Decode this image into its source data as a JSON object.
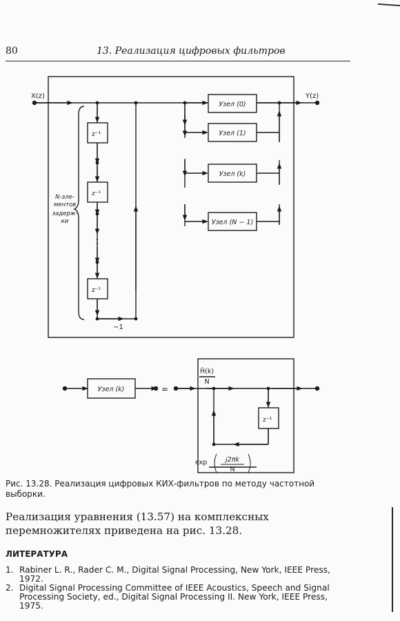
{
  "header": {
    "page_number": "80",
    "running_head": "13. Реализация цифровых фильтров"
  },
  "figure": {
    "input_label": "X(z)",
    "output_label": "Y(z)",
    "delay_label": "z⁻¹",
    "node_labels": [
      "Узел (0)",
      "Узел (1)",
      "Узел (k)",
      "Узел (N − 1)"
    ],
    "brace_label": [
      "N-эле-",
      "ментов",
      "задерж-",
      "ки"
    ],
    "feedback_gain": "−1",
    "node_k_label": "Узел (k)",
    "equals_sign": "=",
    "gain_numerator": "H̃(k)",
    "gain_denominator": "N",
    "exp_prefix": "exp",
    "exp_numerator": "j2πk",
    "exp_denominator": "N"
  },
  "caption": "Рис. 13.28. Реализация цифровых КИХ-фильтров по методу частотной выборки.",
  "body_text": "Реализация уравнения (13.57) на комплексных перемножителях приведена на рис. 13.28.",
  "references_title": "ЛИТЕРАТУРА",
  "references": [
    {
      "number": "1.",
      "text": "Rabiner L. R., Rader C. M., Digital Signal Processing, New York, IEEE Press, 1972."
    },
    {
      "number": "2.",
      "text": "Digital Signal Processing Committee of IEEE Acoustics, Speech and Signal Processing Society, ed., Digital Signal Processing II. New York, IEEE Press, 1975."
    }
  ]
}
